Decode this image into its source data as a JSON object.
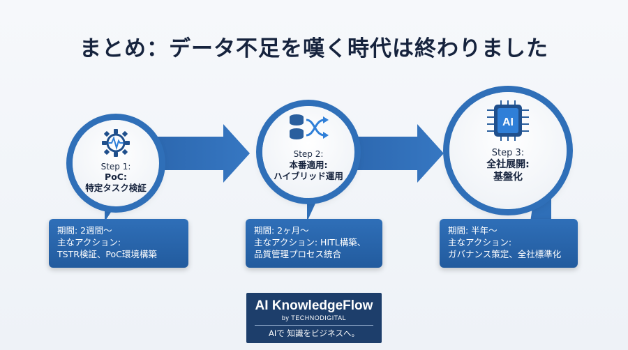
{
  "title": "まとめ：データ不足を嘆く時代は終わりました",
  "steps": [
    {
      "label": "Step 1:",
      "name_line1": "PoC:",
      "name_line2": "特定タスク検証",
      "icon": "gear-pulse-icon",
      "card": [
        "期間: 2週間〜",
        "主なアクション:",
        "TSTR検証、PoC環境構築"
      ]
    },
    {
      "label": "Step 2:",
      "name_line1": "本番適用:",
      "name_line2": "ハイブリッド運用",
      "icon": "database-shuffle-icon",
      "card": [
        "期間: 2ヶ月〜",
        "主なアクション: HITL構築、",
        "品質管理プロセス統合"
      ]
    },
    {
      "label": "Step 3:",
      "name_line1": "全社展開:",
      "name_line2": "基盤化",
      "icon": "ai-chip-icon",
      "icon_text": "AI",
      "card": [
        "期間: 半年〜",
        "主なアクション:",
        "ガバナンス策定、全社標準化"
      ]
    }
  ],
  "brand": {
    "name": "AI KnowledgeFlow",
    "by": "by TECHNODIGITAL",
    "tagline": "AIで 知識をビジネスへ。"
  },
  "colors": {
    "primary": "#2f6fb8",
    "dark": "#1d3e6b",
    "title": "#16233d"
  }
}
